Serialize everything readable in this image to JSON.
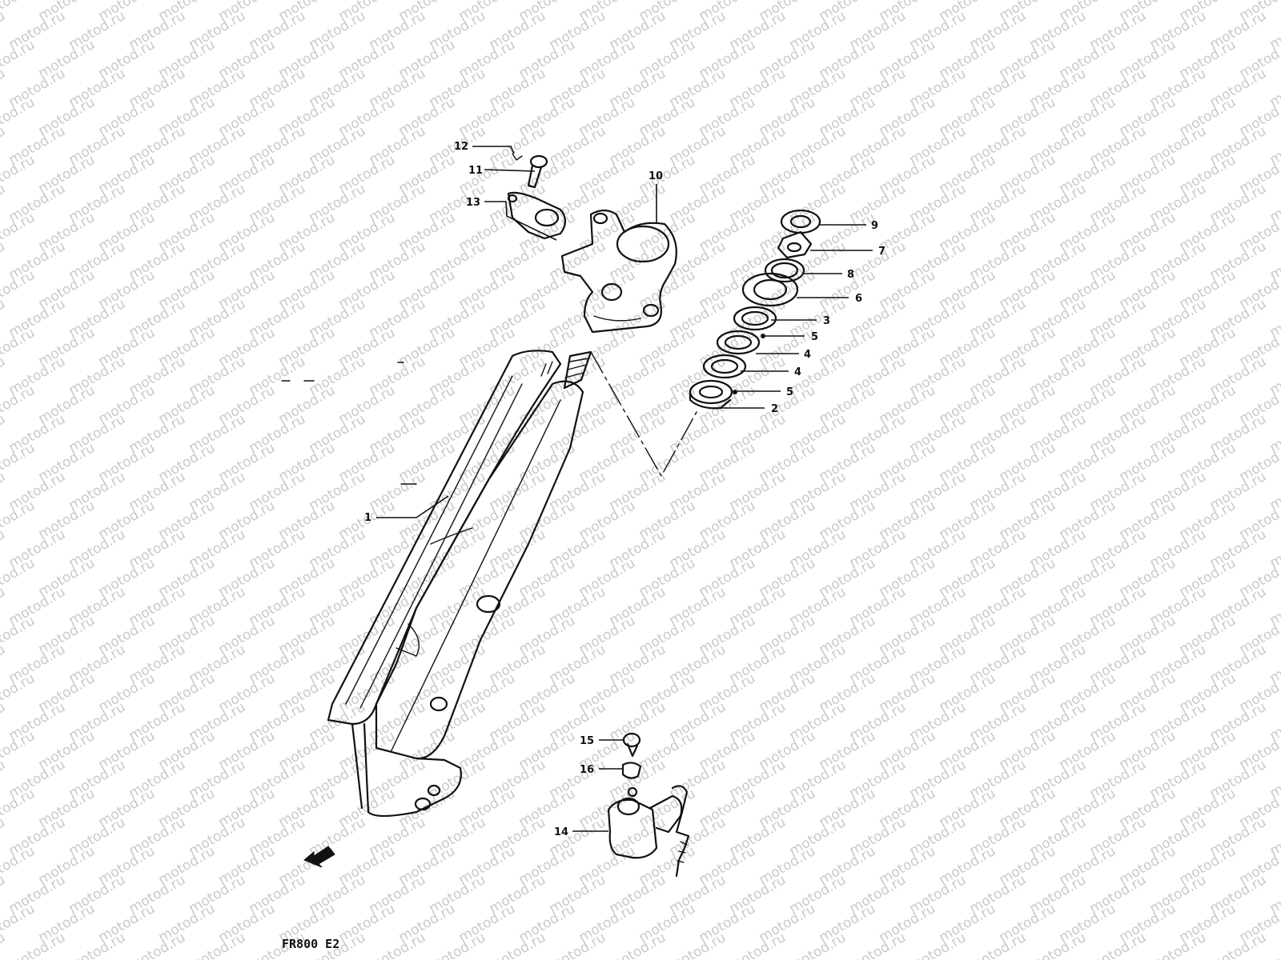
{
  "watermark": {
    "text": "motod.ru"
  },
  "model_label": "FR800 E2",
  "callouts": [
    {
      "id": "1",
      "label": "1"
    },
    {
      "id": "2",
      "label": "2"
    },
    {
      "id": "3",
      "label": "3"
    },
    {
      "id": "4a",
      "label": "4"
    },
    {
      "id": "4b",
      "label": "4"
    },
    {
      "id": "5a",
      "label": "5"
    },
    {
      "id": "5b",
      "label": "5"
    },
    {
      "id": "6",
      "label": "6"
    },
    {
      "id": "7",
      "label": "7"
    },
    {
      "id": "8",
      "label": "8"
    },
    {
      "id": "9",
      "label": "9"
    },
    {
      "id": "10",
      "label": "10"
    },
    {
      "id": "11",
      "label": "11"
    },
    {
      "id": "12",
      "label": "12"
    },
    {
      "id": "13",
      "label": "13"
    },
    {
      "id": "14",
      "label": "14"
    },
    {
      "id": "15",
      "label": "15"
    },
    {
      "id": "16",
      "label": "16"
    }
  ]
}
